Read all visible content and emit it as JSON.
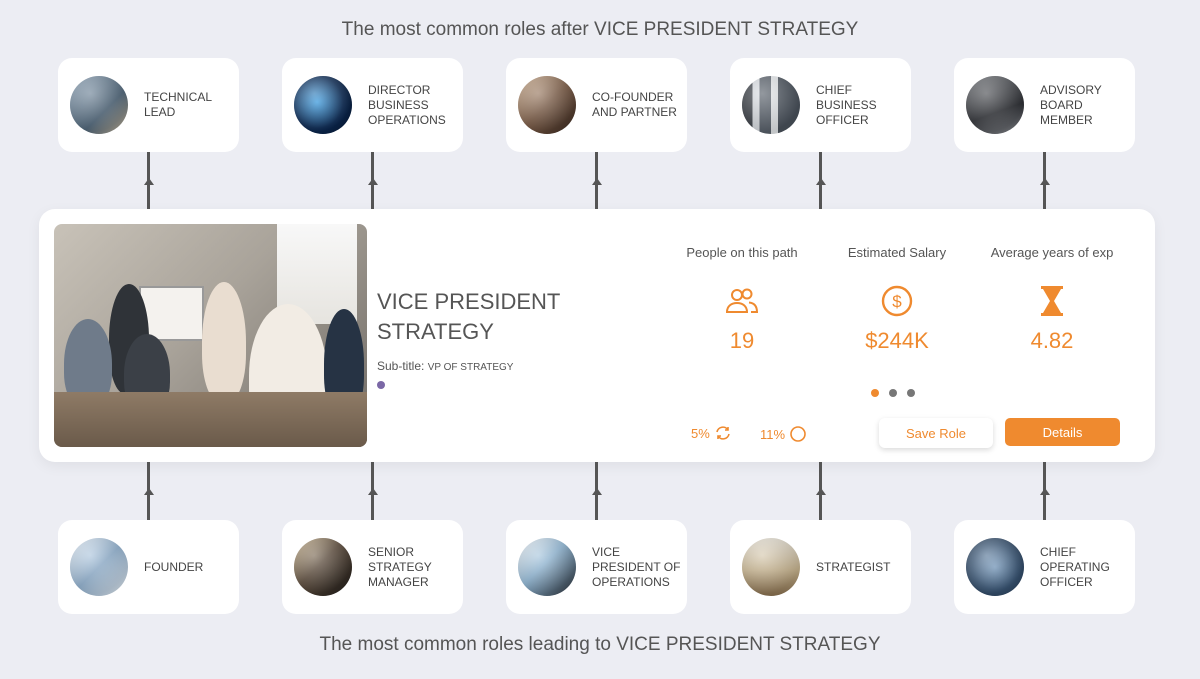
{
  "headings": {
    "top": "The most common roles after VICE PRESIDENT STRATEGY",
    "bottom": "The most common roles leading to VICE PRESIDENT STRATEGY"
  },
  "roles_after": [
    {
      "label": "TECHNICAL LEAD"
    },
    {
      "label": "DIRECTOR BUSINESS OPERATIONS"
    },
    {
      "label": "CO-FOUNDER AND PARTNER"
    },
    {
      "label": "CHIEF BUSINESS OFFICER"
    },
    {
      "label": "ADVISORY BOARD MEMBER"
    }
  ],
  "roles_before": [
    {
      "label": "FOUNDER"
    },
    {
      "label": "SENIOR STRATEGY MANAGER"
    },
    {
      "label": "VICE PRESIDENT OF OPERATIONS"
    },
    {
      "label": "STRATEGIST"
    },
    {
      "label": "CHIEF OPERATING OFFICER"
    }
  ],
  "main": {
    "title": "VICE PRESIDENT STRATEGY",
    "subtitle_label": "Sub-title:",
    "subtitle_value": "VP OF STRATEGY",
    "stats": [
      {
        "label": "People on this path",
        "icon": "people-icon",
        "value": "19"
      },
      {
        "label": "Estimated Salary",
        "icon": "dollar-icon",
        "value": "$244K"
      },
      {
        "label": "Average years of exp",
        "icon": "hourglass-icon",
        "value": "4.82"
      }
    ],
    "metrics": [
      {
        "value": "5%",
        "icon": "refresh-icon"
      },
      {
        "value": "11%",
        "icon": "circle-icon"
      }
    ],
    "pager": {
      "count": 3,
      "active": 1
    },
    "save_label": "Save Role",
    "details_label": "Details"
  },
  "colors": {
    "accent": "#ef8a2f",
    "background": "#ecedf3",
    "dot": "#7b68a6"
  }
}
